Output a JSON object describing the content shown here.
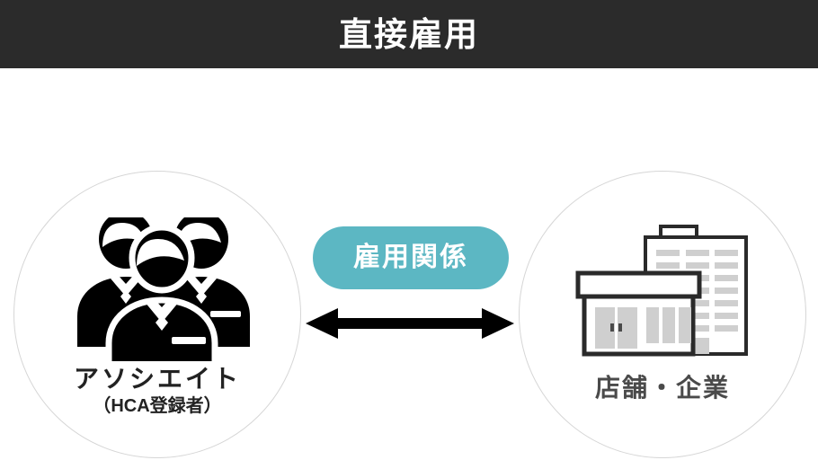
{
  "header": {
    "title": "直接雇用",
    "background_color": "#2b2b2b",
    "text_color": "#ffffff"
  },
  "diagram": {
    "background_color": "#ffffff",
    "circle_border_color": "#d6d6d6",
    "nodes": [
      {
        "id": "associate",
        "label": "アソシエイト",
        "sublabel": "（HCA登録者）",
        "icon": "three-people-icon",
        "label_color": "#222222"
      },
      {
        "id": "store-company",
        "label": "店舗・企業",
        "sublabel": "",
        "icon": "store-building-icon",
        "label_color": "#4a4a4a"
      }
    ],
    "relation": {
      "label": "雇用関係",
      "pill_color": "#5cb7c3",
      "pill_text_color": "#ffffff",
      "arrow": "double-headed-arrow-icon",
      "arrow_color": "#000000",
      "direction": "bidirectional"
    }
  }
}
